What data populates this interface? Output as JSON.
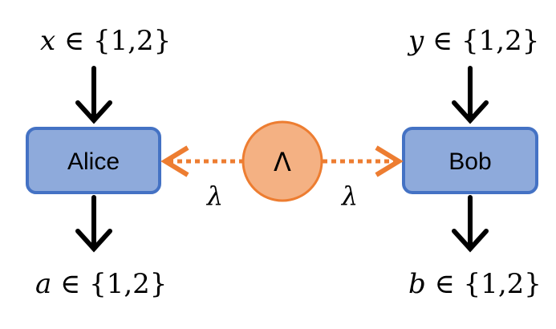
{
  "alice": {
    "label": "Alice",
    "input_var": "x",
    "input_set": " ∈ {1,2}",
    "output_var": "a",
    "output_set": " ∈ {1,2}"
  },
  "bob": {
    "label": "Bob",
    "input_var": "y",
    "input_set": " ∈ {1,2}",
    "output_var": "b",
    "output_set": " ∈ {1,2}"
  },
  "source": {
    "label": "Λ",
    "left_variable": "λ",
    "right_variable": "λ"
  },
  "colors": {
    "box_fill": "#8eaadb",
    "box_stroke": "#4472c4",
    "source_fill": "#f4b183",
    "source_stroke": "#ed7d31",
    "arrow_black": "#000000",
    "arrow_orange": "#ed7d31"
  }
}
